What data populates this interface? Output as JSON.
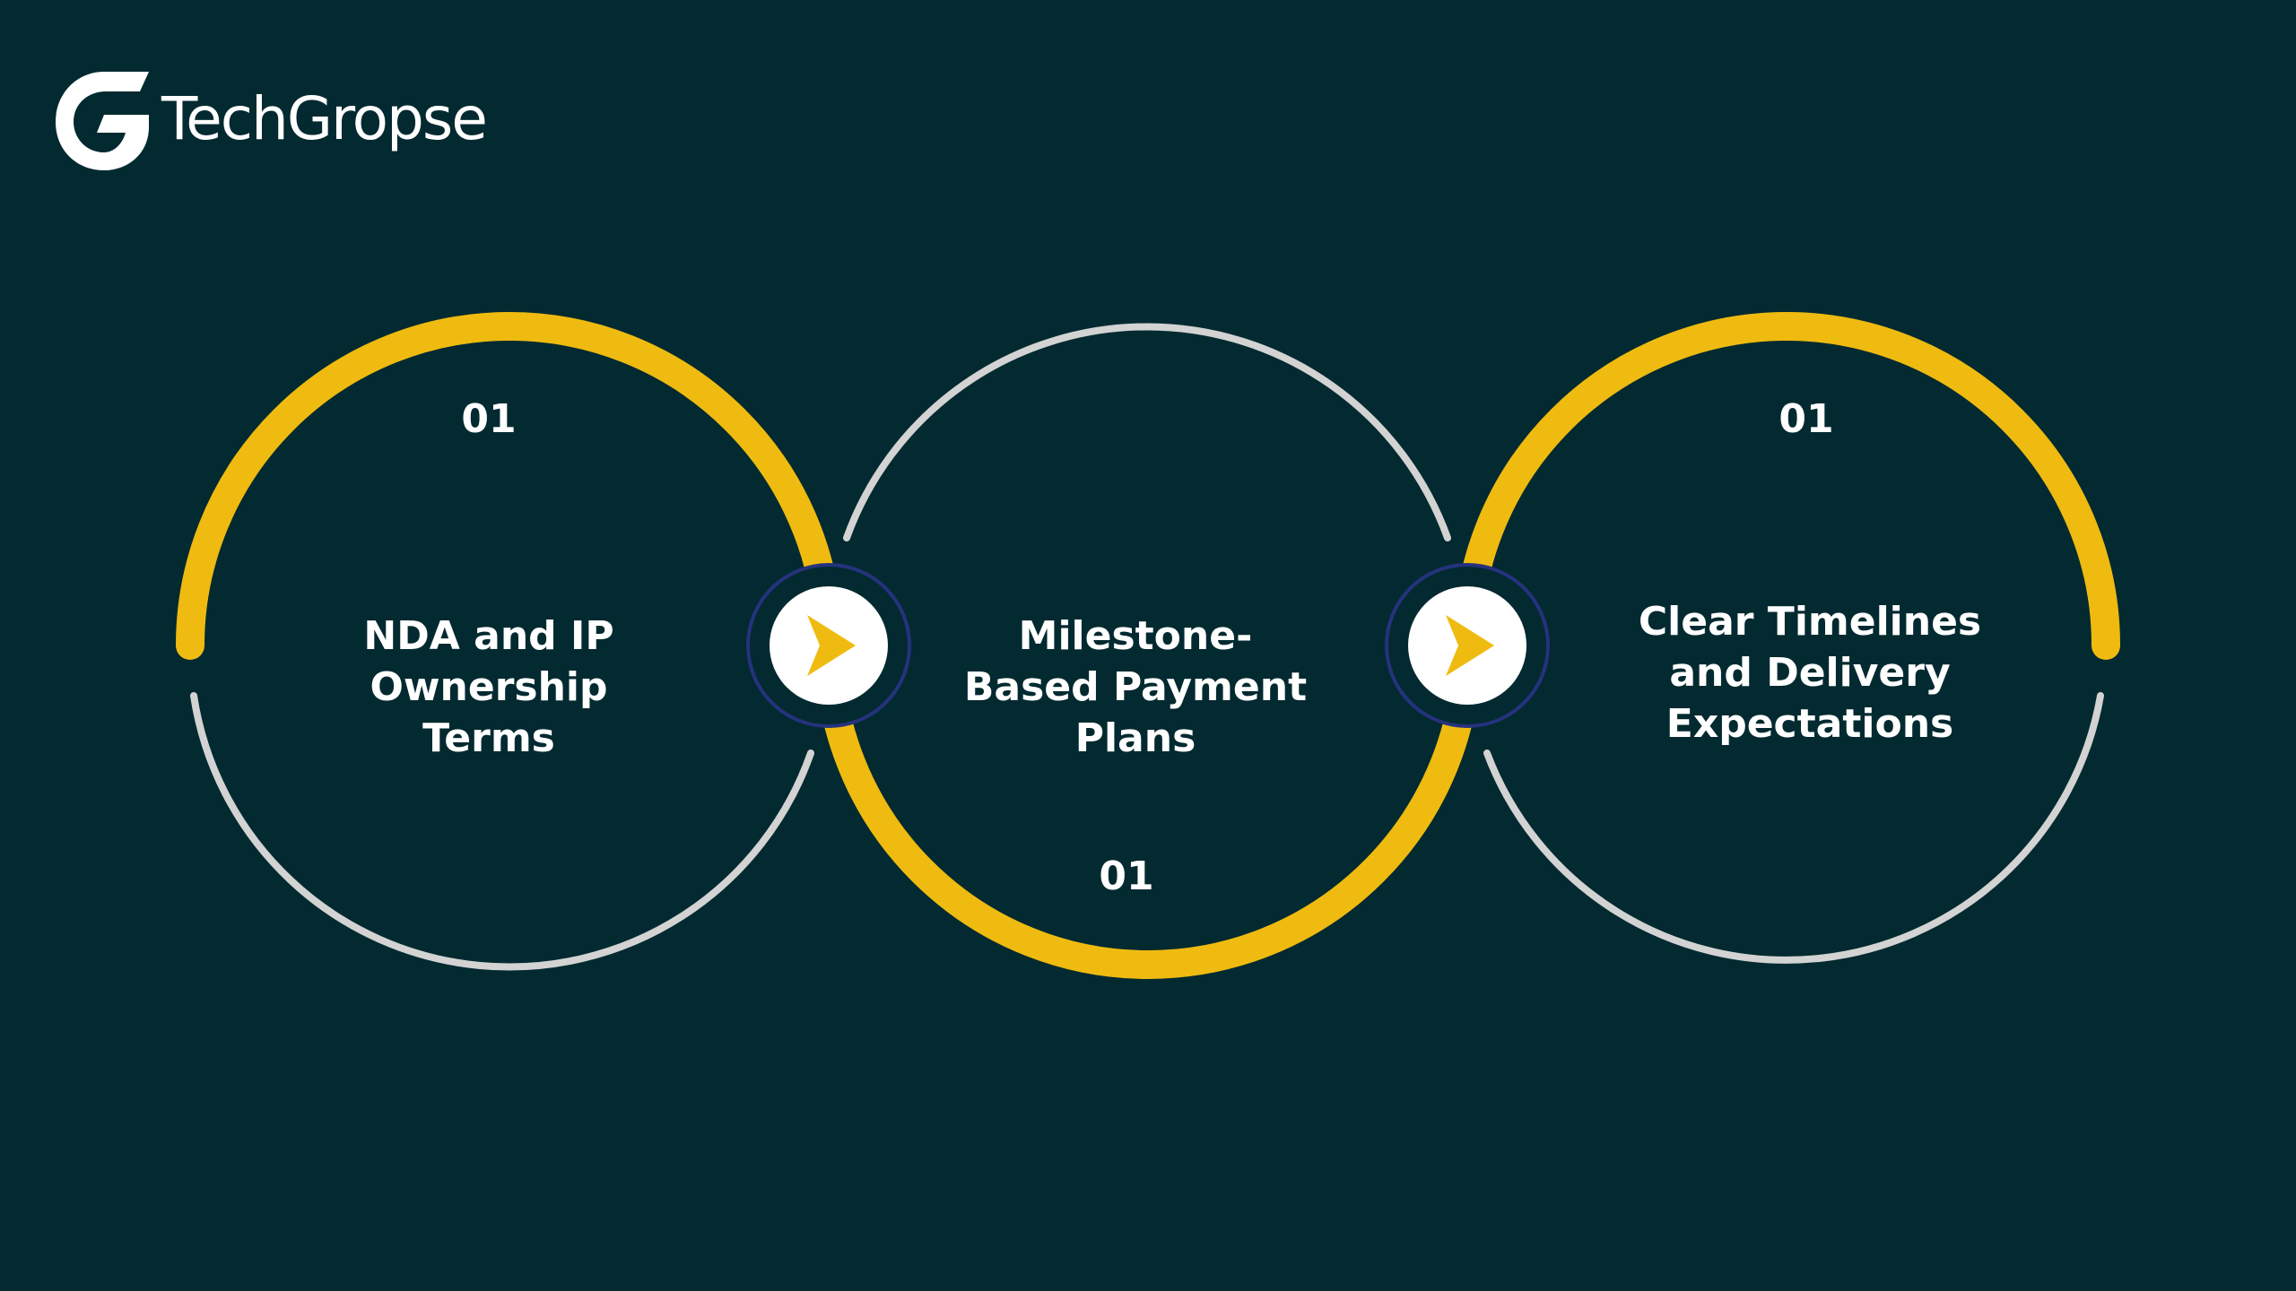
{
  "brand": {
    "name": "TechGropse"
  },
  "colors": {
    "background": "#032a30",
    "accent": "#efbb10",
    "ring_light": "#d3d3d3",
    "connector_ring": "#25337e",
    "text": "#ffffff"
  },
  "steps": [
    {
      "number": "01",
      "title_lines": [
        "NDA and IP",
        "Ownership",
        "Terms"
      ]
    },
    {
      "number": "01",
      "title_lines": [
        "Milestone-",
        "Based Payment",
        "Plans"
      ]
    },
    {
      "number": "01",
      "title_lines": [
        "Clear Timelines",
        "and Delivery",
        "Expectations"
      ]
    }
  ],
  "connectors": [
    {
      "icon": "chevron-right-icon"
    },
    {
      "icon": "chevron-right-icon"
    }
  ]
}
